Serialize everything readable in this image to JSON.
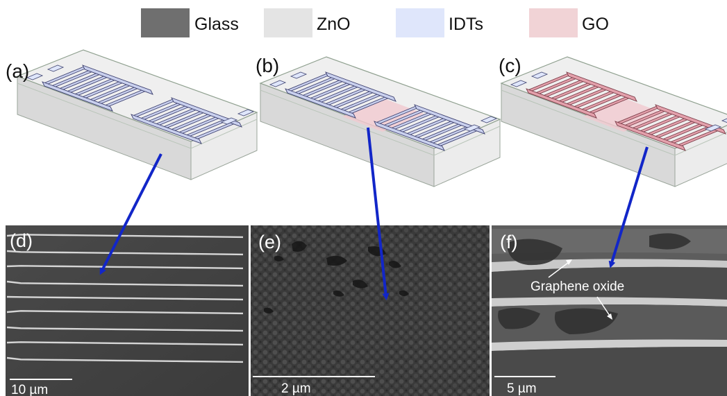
{
  "legend": {
    "items": [
      {
        "label": "Glass",
        "color": "#6f6f6f"
      },
      {
        "label": "ZnO",
        "color": "#e4e4e4"
      },
      {
        "label": "IDTs",
        "color": "#dfe6fb"
      },
      {
        "label": "GO",
        "color": "#f1d3d6"
      }
    ]
  },
  "panels": {
    "a": {
      "label": "(a)"
    },
    "b": {
      "label": "(b)"
    },
    "c": {
      "label": "(c)"
    },
    "d": {
      "label": "(d)",
      "scalebar": "10 µm"
    },
    "e": {
      "label": "(e)",
      "scalebar": "2 µm"
    },
    "f": {
      "label": "(f)",
      "scalebar": "5 µm",
      "annotation": "Graphene oxide"
    }
  },
  "colors": {
    "arrow": "#1226c8",
    "idt_fill": "#c9d0ee",
    "idt_stroke": "#3c3f6e",
    "go_fill": "#e3a0ab",
    "go_stroke": "#7a3c48",
    "go_film": "#f1c9cf"
  }
}
